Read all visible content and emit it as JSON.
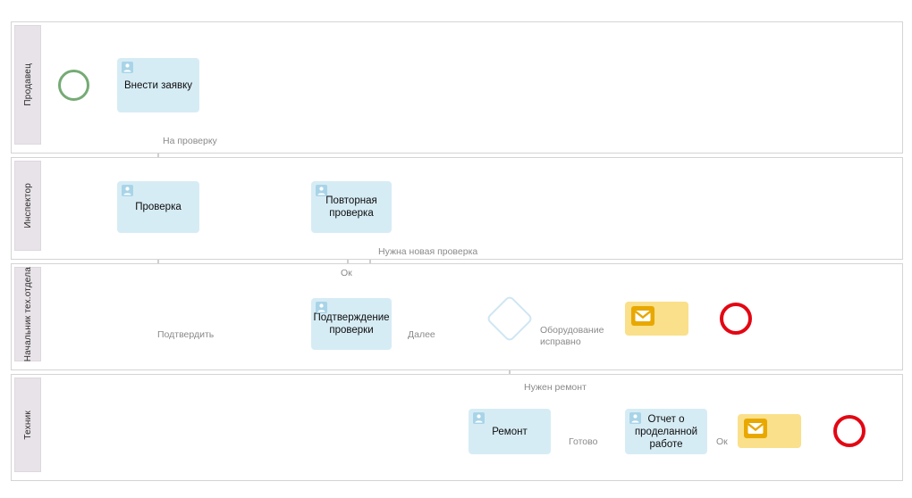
{
  "diagram": {
    "title": "BPMN process diagram",
    "colors": {
      "lane_header_bg": "#e8e3e8",
      "lane_border": "#d4d4d4",
      "user_task_fill": "#d6ecf5",
      "message_task_fill": "#fae08a",
      "message_icon": "#e8a800",
      "start_event_stroke": "#75ab75",
      "end_event_stroke": "#e30613",
      "gateway_stroke": "#cfe6f3",
      "connector": "#b3b3b3",
      "edge_label_text": "#8a8a8a"
    }
  },
  "lanes": [
    {
      "id": "lane-prodavec",
      "label": "Продавец"
    },
    {
      "id": "lane-inspektor",
      "label": "Инспектор"
    },
    {
      "id": "lane-nachalnik",
      "label": "Начальник тех.отдела"
    },
    {
      "id": "lane-tehnik",
      "label": "Техник"
    }
  ],
  "nodes": {
    "start_event": {
      "type": "start-event",
      "label": ""
    },
    "task_vnesti": {
      "type": "user-task",
      "label": "Внести заявку"
    },
    "task_proverka": {
      "type": "user-task",
      "label": "Проверка"
    },
    "task_povtornaya": {
      "type": "user-task",
      "label": "Повторная проверка"
    },
    "task_podtverzhdenie": {
      "type": "user-task",
      "label": "Подтверждение проверки"
    },
    "gateway": {
      "type": "exclusive-gateway",
      "label": ""
    },
    "msg_task_top": {
      "type": "message-task",
      "label": ""
    },
    "end_event_top": {
      "type": "end-event",
      "label": ""
    },
    "task_remont": {
      "type": "user-task",
      "label": "Ремонт"
    },
    "task_otchet": {
      "type": "user-task",
      "label": "Отчет о проделанной работе"
    },
    "msg_task_bottom": {
      "type": "message-task",
      "label": ""
    },
    "end_event_bottom": {
      "type": "end-event",
      "label": ""
    }
  },
  "edge_labels": {
    "na_proverku": "На проверку",
    "podtverdit": "Подтвердить",
    "ok_up": "Ок",
    "nuzhna_novaya_proverka": "Нужна новая проверка",
    "dalee": "Далее",
    "oborudovanie_ispravno": "Оборудование\nисправно",
    "nuzhen_remont": "Нужен ремонт",
    "gotovo": "Готово",
    "ok_bottom": "Ок"
  },
  "icons": {
    "user": "user-icon",
    "envelope": "envelope-icon"
  }
}
